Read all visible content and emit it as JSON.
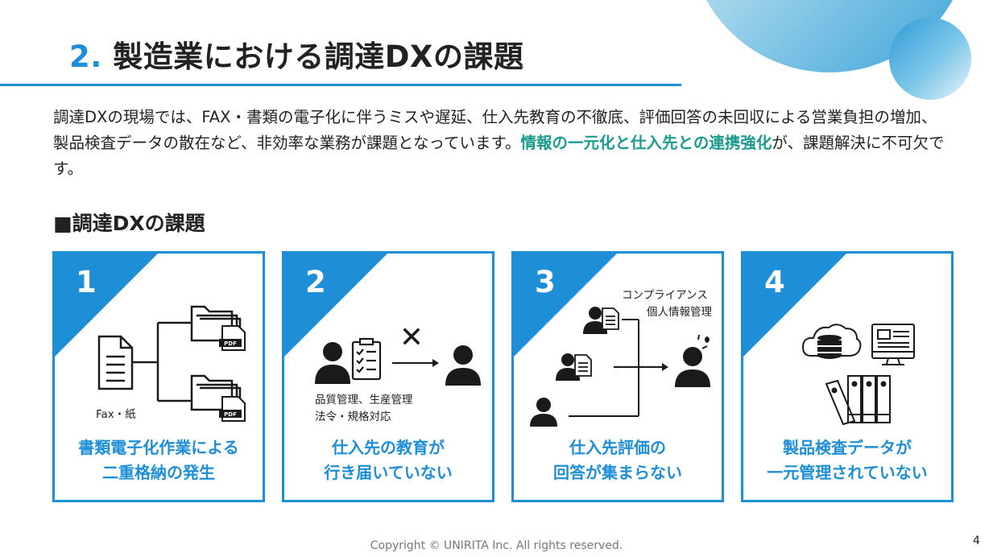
{
  "header": {
    "number": "2.",
    "title": "製造業における調達DXの課題"
  },
  "intro": {
    "text1": "調達DXの現場では、FAX・書類の電子化に伴うミスや遅延、仕入先教育の不徹底、評価回答の未回収による営業負担の増加、製品検査データの散在など、非効率な業務が課題となっています。",
    "highlight": "情報の一元化と仕入先との連携強化",
    "text2": "が、課題解決に不可欠です。"
  },
  "section_title": "■調達DXの課題",
  "cards": [
    {
      "number": "1",
      "labels": [
        "Fax・紙"
      ],
      "badge": "PDF",
      "caption_line1": "書類電子化作業による",
      "caption_line2": "二重格納の発生"
    },
    {
      "number": "2",
      "labels": [
        "品質管理、生産管理",
        "法令・規格対応"
      ],
      "mark": "✕",
      "caption_line1": "仕入先の教育が",
      "caption_line2": "行き届いていない"
    },
    {
      "number": "3",
      "labels": [
        "コンプライアンス",
        "個人情報管理"
      ],
      "caption_line1": "仕入先評価の",
      "caption_line2": "回答が集まらない"
    },
    {
      "number": "4",
      "labels": [],
      "caption_line1": "製品検査データが",
      "caption_line2": "一元管理されていない"
    }
  ],
  "footer": {
    "copyright": "Copyright © UNIRITA Inc. All rights reserved.",
    "page": "4"
  },
  "colors": {
    "accent": "#1e8ed6",
    "highlight": "#1b9a8e",
    "icon": "#1a1a1a"
  }
}
